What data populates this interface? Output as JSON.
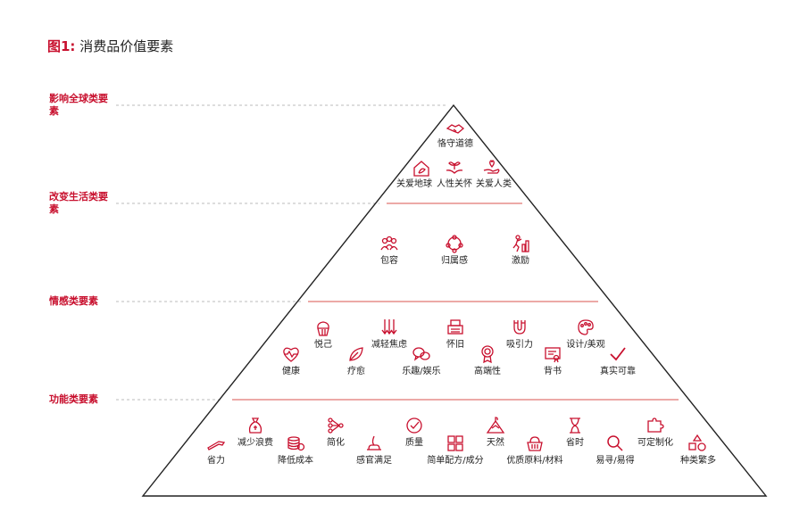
{
  "title": {
    "fig": "图1:",
    "text": "消费品价值要素"
  },
  "levels": {
    "global": "影响全球类要素",
    "life": "改变生活类要素",
    "emotion": "情感类要素",
    "function": "功能类要素"
  },
  "colors": {
    "accent": "#c8102e",
    "line": "#222222",
    "divider": "#d9534f"
  },
  "elements": {
    "global": {
      "ethics": {
        "label": "恪守道德",
        "icon": "handshake-icon"
      },
      "earth": {
        "label": "关爱地球",
        "icon": "house-leaf-icon"
      },
      "humanity": {
        "label": "人性关怀",
        "icon": "hands-plant-icon"
      },
      "people": {
        "label": "关爱人类",
        "icon": "hand-heart-icon"
      }
    },
    "life": {
      "inclusion": {
        "label": "包容",
        "icon": "group-icon"
      },
      "belonging": {
        "label": "归属感",
        "icon": "circle-people-icon"
      },
      "motivation": {
        "label": "激励",
        "icon": "climber-icon"
      }
    },
    "emotion": {
      "joy": {
        "label": "悦己",
        "icon": "cupcake-icon"
      },
      "anxiety": {
        "label": "减轻焦虑",
        "icon": "down-arrows-icon"
      },
      "nostalgia": {
        "label": "怀旧",
        "icon": "typewriter-icon"
      },
      "attraction": {
        "label": "吸引力",
        "icon": "magnet-icon"
      },
      "design": {
        "label": "设计/美观",
        "icon": "palette-icon"
      },
      "health": {
        "label": "健康",
        "icon": "heart-pulse-icon"
      },
      "healing": {
        "label": "疗愈",
        "icon": "leaf-icon"
      },
      "fun": {
        "label": "乐趣/娱乐",
        "icon": "chat-bubbles-icon"
      },
      "premium": {
        "label": "高端性",
        "icon": "rosette-icon"
      },
      "endorse": {
        "label": "背书",
        "icon": "certificate-icon"
      },
      "authentic": {
        "label": "真实可靠",
        "icon": "check-icon"
      }
    },
    "function": {
      "waste": {
        "label": "减少浪费",
        "icon": "bag-icon"
      },
      "simplify": {
        "label": "简化",
        "icon": "network-icon"
      },
      "quality": {
        "label": "质量",
        "icon": "badge-check-icon"
      },
      "natural": {
        "label": "天然",
        "icon": "mountain-icon"
      },
      "time": {
        "label": "省时",
        "icon": "hourglass-icon"
      },
      "custom": {
        "label": "可定制化",
        "icon": "puzzle-icon"
      },
      "effort": {
        "label": "省力",
        "icon": "wrench-icon"
      },
      "cost": {
        "label": "降低成本",
        "icon": "coins-icon"
      },
      "senses": {
        "label": "感官满足",
        "icon": "sense-icon"
      },
      "formula": {
        "label": "简单配方/成分",
        "icon": "grid-icon"
      },
      "ingredients": {
        "label": "优质原料/材料",
        "icon": "basket-icon"
      },
      "findable": {
        "label": "易寻/易得",
        "icon": "magnifier-icon"
      },
      "variety": {
        "label": "种类繁多",
        "icon": "shapes-icon"
      }
    }
  }
}
